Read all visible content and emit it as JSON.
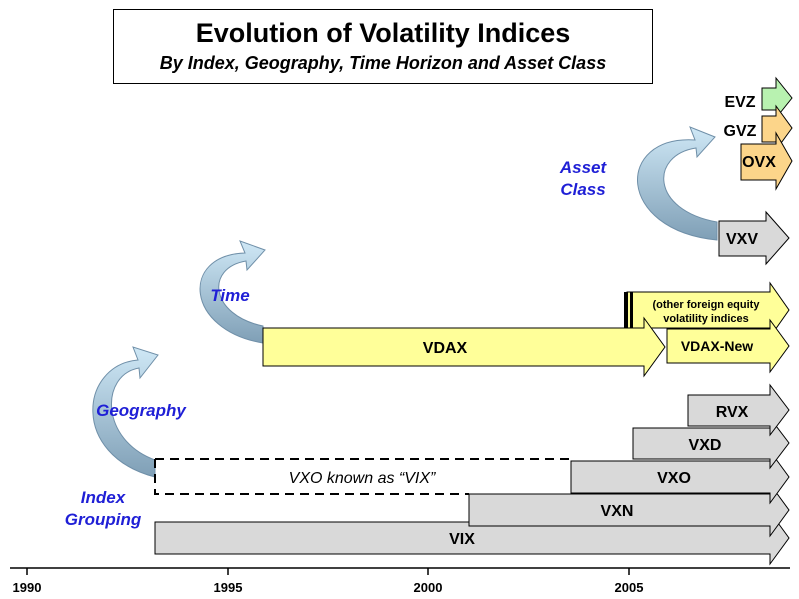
{
  "title": "Evolution of Volatility Indices",
  "subtitle": "By Index, Geography, Time Horizon and Asset Class",
  "stages": {
    "index_grouping": [
      "Index",
      "Grouping"
    ],
    "geography": "Geography",
    "time": "Time",
    "asset_class": [
      "Asset",
      "Class"
    ]
  },
  "vxo_note": "VXO known as “VIX”",
  "axis": {
    "ticks": [
      "1990",
      "1995",
      "2000",
      "2005"
    ]
  },
  "indices": {
    "vix": "VIX",
    "vxn": "VXN",
    "vxo": "VXO",
    "vxd": "VXD",
    "rvx": "RVX",
    "vdax": "VDAX",
    "vdax_new": "VDAX-New",
    "other_foreign": [
      "(other foreign equity",
      "volatility indices"
    ],
    "vxv": "VXV",
    "ovx": "OVX",
    "gvz": "GVZ",
    "evz": "EVZ"
  },
  "colors": {
    "gray_fill": "#d9d9d9",
    "yellow_fill": "#ffff99",
    "orange_fill": "#fcd58a",
    "green_fill": "#b8f2b0",
    "curve_fill": "#a9d3e8",
    "label_blue": "#1f1fd6"
  }
}
